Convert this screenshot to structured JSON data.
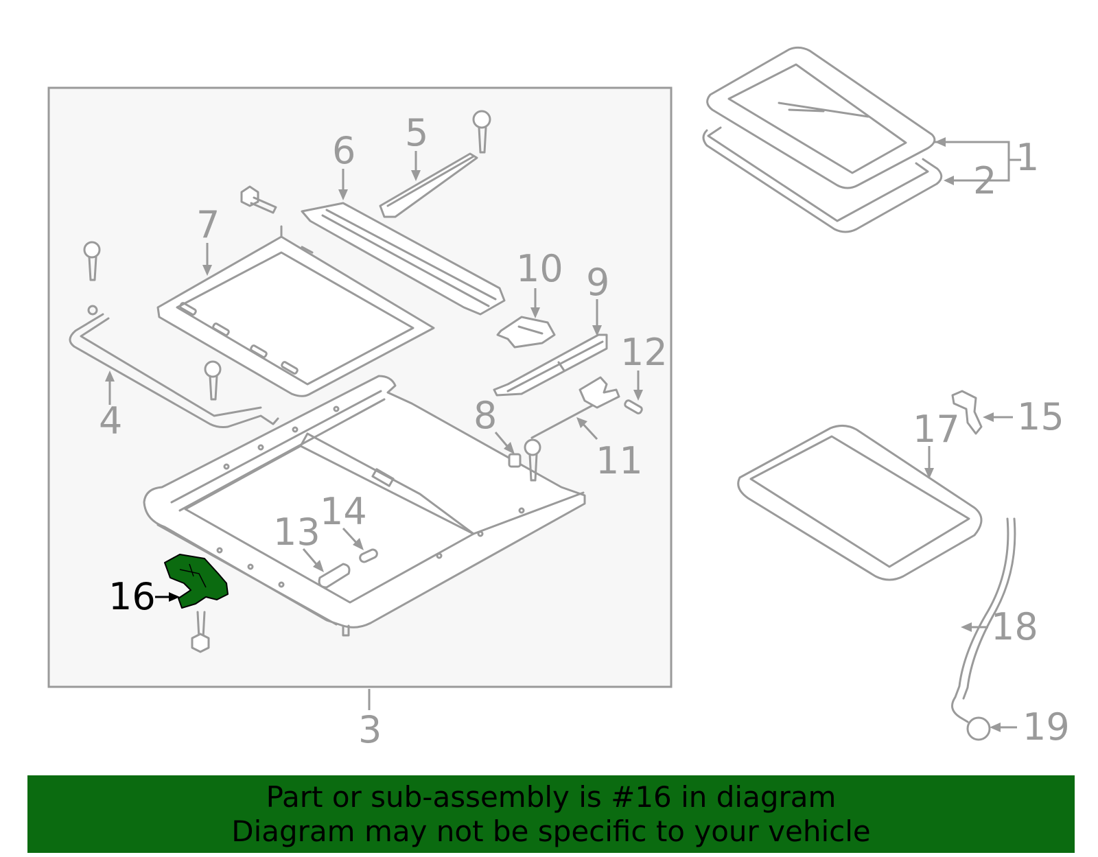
{
  "diagram": {
    "callouts": [
      {
        "id": "1",
        "label": "1"
      },
      {
        "id": "2",
        "label": "2"
      },
      {
        "id": "3",
        "label": "3"
      },
      {
        "id": "4",
        "label": "4"
      },
      {
        "id": "5",
        "label": "5"
      },
      {
        "id": "6",
        "label": "6"
      },
      {
        "id": "7",
        "label": "7"
      },
      {
        "id": "8",
        "label": "8"
      },
      {
        "id": "9",
        "label": "9"
      },
      {
        "id": "10",
        "label": "10"
      },
      {
        "id": "11",
        "label": "11"
      },
      {
        "id": "12",
        "label": "12"
      },
      {
        "id": "13",
        "label": "13"
      },
      {
        "id": "14",
        "label": "14"
      },
      {
        "id": "15",
        "label": "15"
      },
      {
        "id": "16",
        "label": "16"
      },
      {
        "id": "17",
        "label": "17"
      },
      {
        "id": "18",
        "label": "18"
      },
      {
        "id": "19",
        "label": "19"
      }
    ],
    "highlighted_part": "16",
    "colors": {
      "line": "#9a9a9a",
      "highlight": "#0b6b10",
      "panel": "#f7f7f7"
    }
  },
  "banner": {
    "line1": "Part or sub-assembly is #16 in diagram",
    "line2": "Diagram may not be specific to your vehicle",
    "color": "#0b6b10"
  }
}
